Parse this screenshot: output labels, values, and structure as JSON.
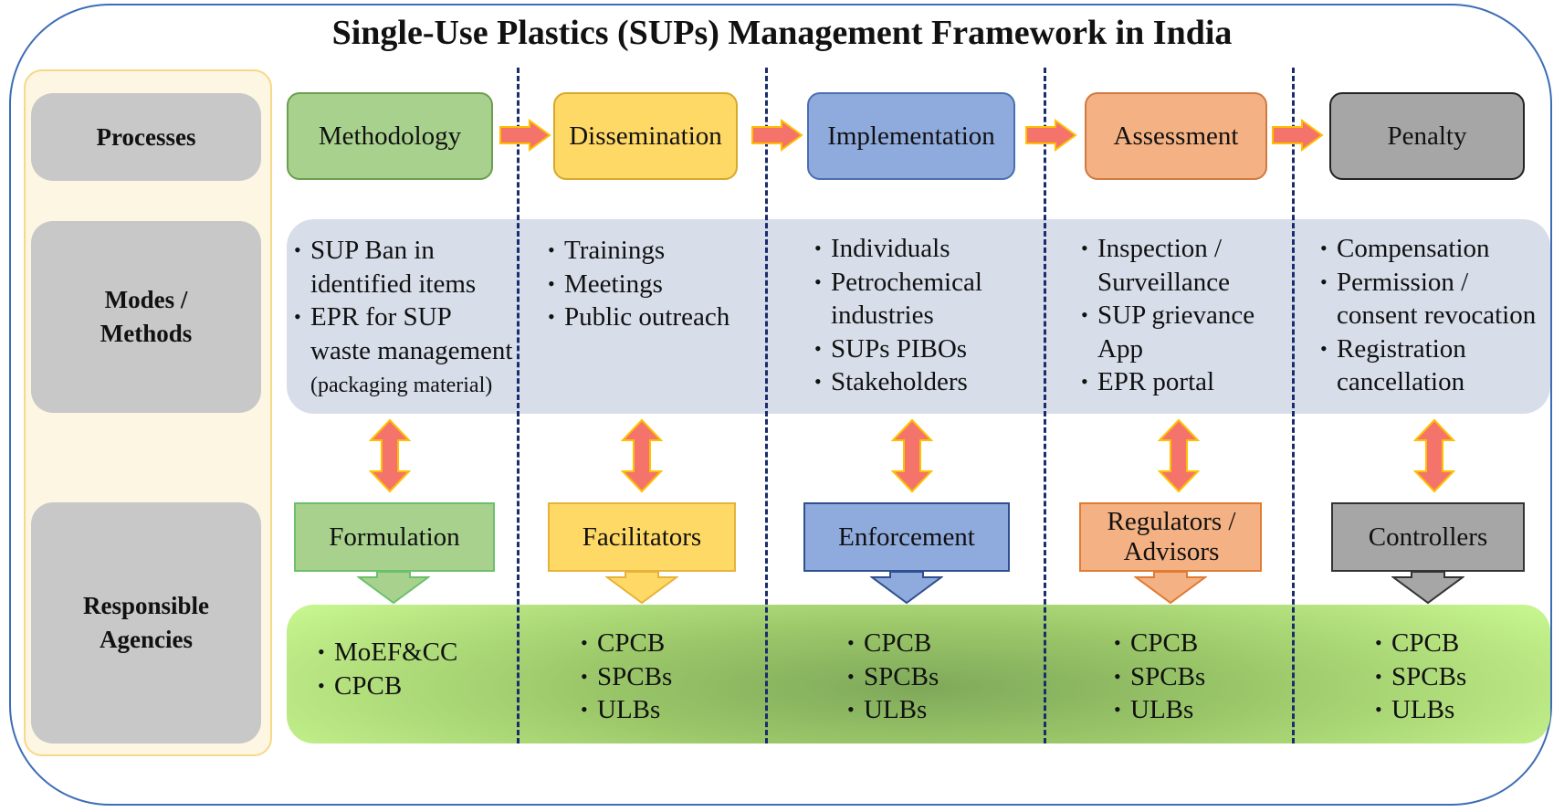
{
  "title": "Single-Use Plastics (SUPs) Management Framework in India",
  "row_labels": {
    "processes": "Processes",
    "modes": [
      "Modes /",
      "Methods"
    ],
    "agencies": [
      "Responsible",
      "Agencies"
    ]
  },
  "processes": [
    {
      "label": "Methodology",
      "color": "#a9d18e",
      "border": "#6c9e4f"
    },
    {
      "label": "Dissemination",
      "color": "#ffd966",
      "border": "#d6a92a"
    },
    {
      "label": "Implementation",
      "color": "#8faadc",
      "border": "#4a6fb0"
    },
    {
      "label": "Assessment",
      "color": "#f4b183",
      "border": "#d07a3f"
    },
    {
      "label": "Penalty",
      "color": "#a6a6a6",
      "border": "#222222"
    }
  ],
  "modes": [
    {
      "items": [
        "SUP Ban in",
        "identified items",
        "EPR for SUP",
        "waste management"
      ],
      "note": "(packaging material)"
    },
    {
      "items": [
        "Trainings",
        "Meetings",
        "Public outreach"
      ]
    },
    {
      "items": [
        "Individuals",
        "Petrochemical",
        "industries",
        "SUPs PIBOs",
        "Stakeholders"
      ]
    },
    {
      "items": [
        "Inspection /",
        "Surveillance",
        "SUP  grievance",
        "App",
        "EPR portal"
      ]
    },
    {
      "items": [
        "Compensation",
        "Permission /",
        "consent revocation",
        "Registration",
        "cancellation"
      ]
    }
  ],
  "agency_roles": [
    {
      "label": "Formulation",
      "color": "#a9d18e",
      "border": "#6cc06c"
    },
    {
      "label": "Facilitators",
      "color": "#ffd966",
      "border": "#e6b33a"
    },
    {
      "label": "Enforcement",
      "color": "#8faadc",
      "border": "#2f4f8f"
    },
    {
      "label": "Regulators / Advisors",
      "color": "#f4b183",
      "border": "#e07b33"
    },
    {
      "label": "Controllers",
      "color": "#a6a6a6",
      "border": "#333333"
    }
  ],
  "agencies": [
    {
      "items": [
        "MoEF&CC",
        "CPCB"
      ]
    },
    {
      "items": [
        "CPCB",
        "SPCBs",
        "ULBs"
      ]
    },
    {
      "items": [
        "CPCB",
        "SPCBs",
        "ULBs"
      ]
    },
    {
      "items": [
        "CPCB",
        "SPCBs",
        "ULBs"
      ]
    },
    {
      "items": [
        "CPCB",
        "SPCBs",
        "ULBs"
      ]
    }
  ],
  "colors": {
    "frame": "#3d6db5",
    "arrow_fill": "#f4736b",
    "arrow_edge": "#ffc000",
    "divider": "#1a2c6b"
  }
}
